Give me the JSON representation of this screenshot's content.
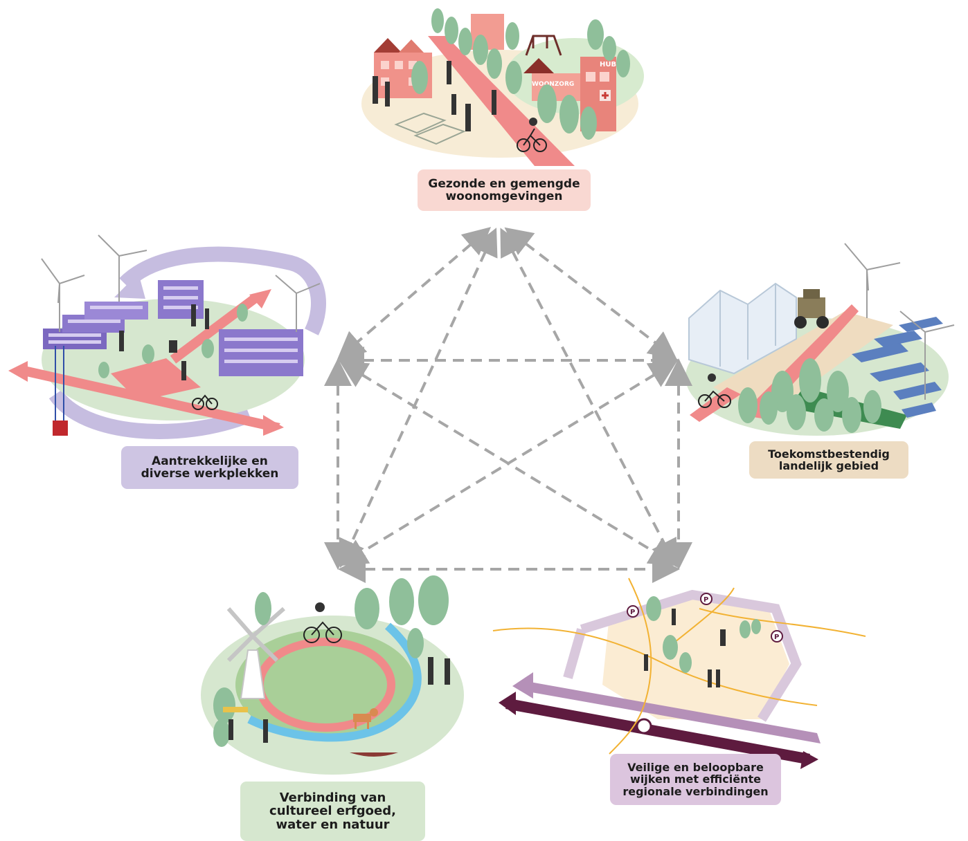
{
  "colors": {
    "housing": "#f9d8d2",
    "work": "#cec5e3",
    "rural": "#eddcc3",
    "heritage": "#d6e7cf",
    "mobility": "#dcc5de",
    "arrows": "#a6a6a6",
    "bike_path": "#f08a8a",
    "tree": "#8fbf9a",
    "water": "#6cc3e8"
  },
  "nodes": {
    "top": {
      "label": "Gezonde en gemengde\nwoonomgevingen",
      "signs": [
        "HUB",
        "WOONZORG"
      ]
    },
    "left": {
      "label": "Aantrekkelijke en\ndiverse werkplekken"
    },
    "right": {
      "label": "Toekomstbestendig\nlandelijk gebied"
    },
    "bottom_left": {
      "label": "Verbinding van\ncultureel erfgoed,\nwater en natuur"
    },
    "bottom_right": {
      "label": "Veilige en beloopbare\nwijken met efficiënte\nregionale verbindingen",
      "parking_glyph": "P"
    }
  },
  "icons": [
    "wind-turbine-icon",
    "solar-panel-icon",
    "tractor-icon",
    "greenhouse-icon",
    "windmill-icon",
    "bicycle-icon",
    "train-icon",
    "parking-icon"
  ]
}
